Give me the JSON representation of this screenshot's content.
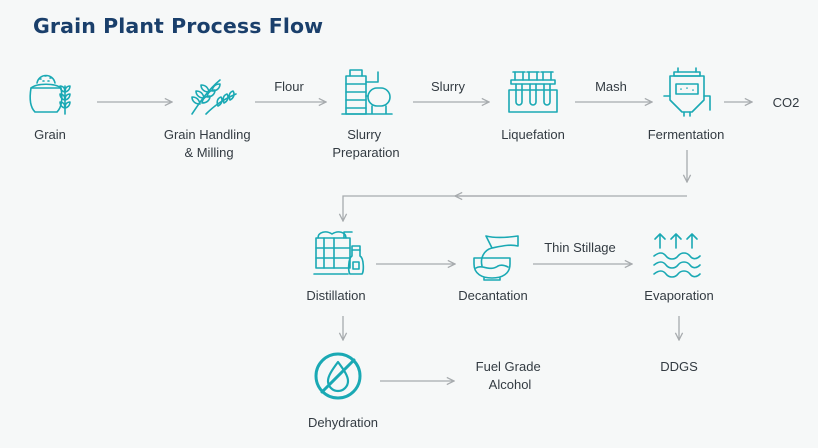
{
  "title": "Grain Plant Process Flow",
  "nodes": {
    "grain": [
      "Grain"
    ],
    "handling": [
      "Grain Handling",
      "& Milling"
    ],
    "slurry": [
      "Slurry",
      "Preparation"
    ],
    "liquefaction": [
      "Liquefation"
    ],
    "fermentation": [
      "Fermentation"
    ],
    "co2": [
      "CO2"
    ],
    "distillation": [
      "Distillation"
    ],
    "decantation": [
      "Decantation"
    ],
    "evaporation": [
      "Evaporation"
    ],
    "dehydration": [
      "Dehydration"
    ],
    "fuel_alcohol": [
      "Fuel Grade",
      "Alcohol"
    ],
    "ddgs": [
      "DDGS"
    ]
  },
  "edge_labels": {
    "flour": "Flour",
    "slurry": "Slurry",
    "mash": "Mash",
    "thin_stillage": "Thin Stillage"
  },
  "colors": {
    "title": "#1a3f6b",
    "icon": "#1aa9b4",
    "arrow": "#a7abae",
    "text": "#333b42",
    "background": "#f6f8f8"
  },
  "icons": {
    "grain": "grain-sack-icon",
    "handling": "wheat-icon",
    "slurry": "tank-plant-icon",
    "liquefaction": "test-tubes-icon",
    "fermentation": "fermenter-icon",
    "distillation": "distillery-icon",
    "decantation": "decanter-icon",
    "evaporation": "evaporation-icon",
    "dehydration": "no-water-icon"
  }
}
